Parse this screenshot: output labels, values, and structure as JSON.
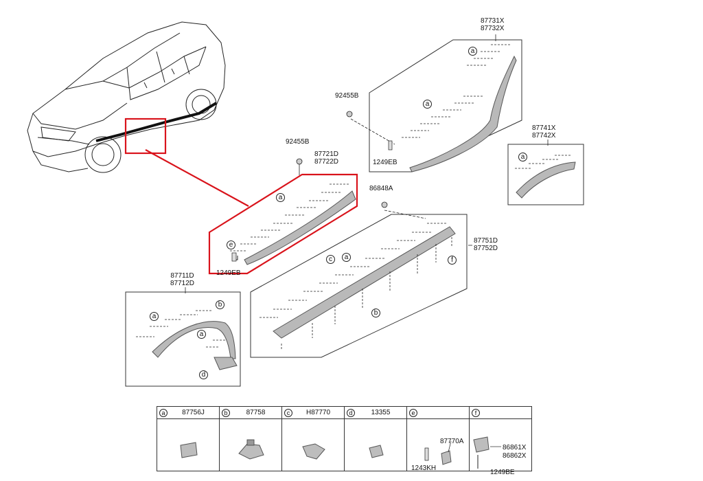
{
  "parts": {
    "p87731": [
      "87731X",
      "87732X"
    ],
    "p92455_top": "92455B",
    "p1249_top": "1249EB",
    "p87741": [
      "87741X",
      "87742X"
    ],
    "p92455_mid": "92455B",
    "p87721": [
      "87721D",
      "87722D"
    ],
    "p86848": "86848A",
    "p87751": [
      "87751D",
      "87752D"
    ],
    "p1249_mid": "1249EB",
    "p87711": [
      "87711D",
      "87712D"
    ]
  },
  "callouts": {
    "a": "a",
    "b": "b",
    "c": "c",
    "d": "d",
    "e": "e",
    "f": "f"
  },
  "legend": [
    {
      "letter": "a",
      "part": "87756J"
    },
    {
      "letter": "b",
      "part": "87758"
    },
    {
      "letter": "c",
      "part": "H87770"
    },
    {
      "letter": "d",
      "part": "13355"
    },
    {
      "letter": "e",
      "part": ""
    },
    {
      "letter": "f",
      "part": ""
    }
  ],
  "legend_sub": {
    "e_top": "87770A",
    "e_bottom": "1243KH",
    "f_top": "86861X",
    "f_mid": "86862X",
    "f_bottom": "1249BE"
  },
  "colors": {
    "highlight": "#d9131b",
    "part_fill": "#b9b9b9",
    "line": "#222222"
  }
}
